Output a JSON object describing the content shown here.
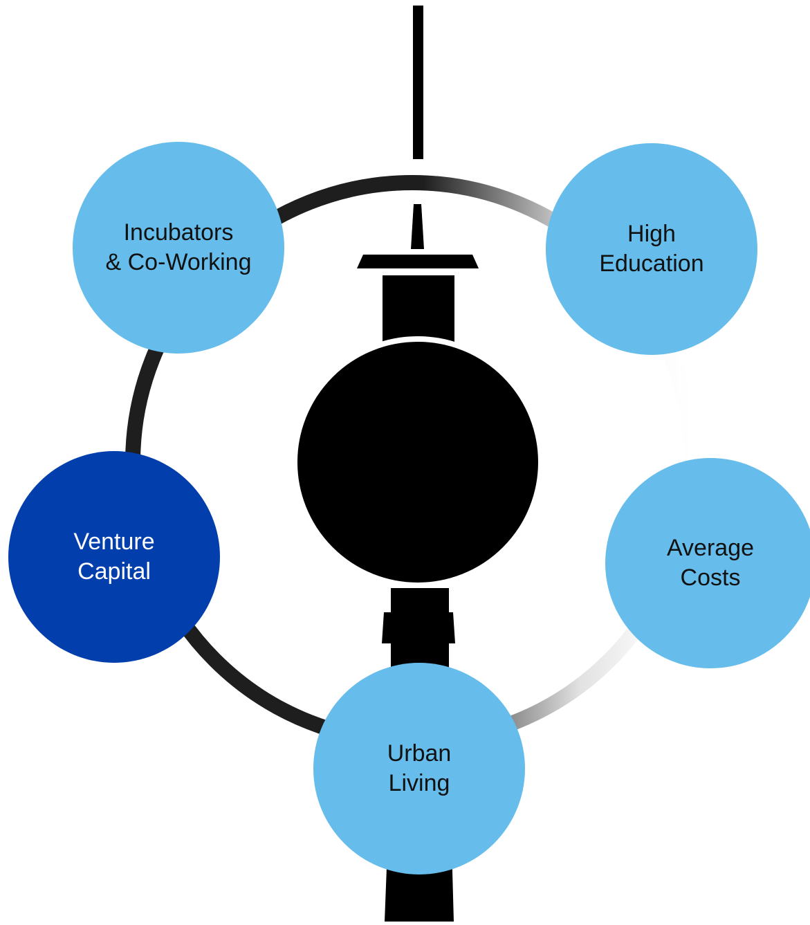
{
  "colors": {
    "node_light": "#66bdeb",
    "node_dark": "#023fad",
    "tower": "#000000",
    "ring_dark": "#1e1e1e",
    "text_dark": "#111111",
    "text_light": "#ffffff"
  },
  "nodes": [
    {
      "id": "incubators",
      "lines": [
        "Incubators",
        "& Co-Working"
      ],
      "fill": "light"
    },
    {
      "id": "education",
      "lines": [
        "High",
        "Education"
      ],
      "fill": "light"
    },
    {
      "id": "venture",
      "lines": [
        "Venture",
        "Capital"
      ],
      "fill": "dark"
    },
    {
      "id": "costs",
      "lines": [
        "Average",
        "Costs"
      ],
      "fill": "light"
    },
    {
      "id": "urban",
      "lines": [
        "Urban",
        "Living"
      ],
      "fill": "light"
    }
  ]
}
